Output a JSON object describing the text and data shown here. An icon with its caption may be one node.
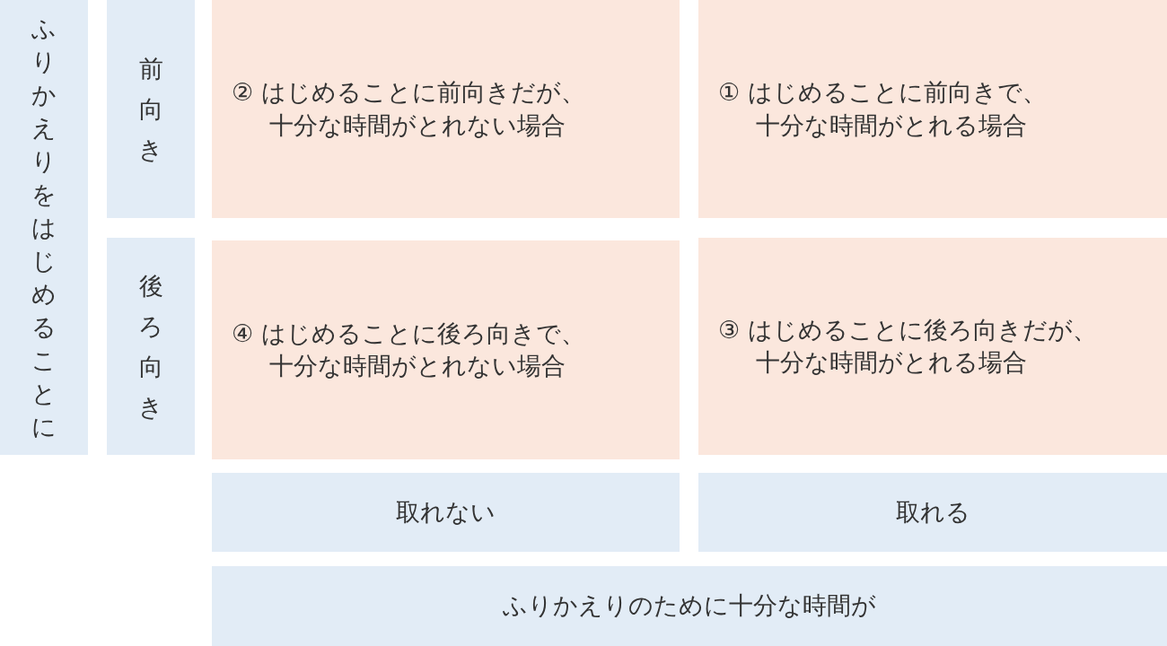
{
  "diagram": {
    "nodes": [
      {
        "text": [
          "ふりかえりをはじめることに"
        ]
      },
      {
        "text": [
          "前向き"
        ]
      },
      {
        "text": [
          "② はじめることに前向きだが、十分な時間がとれない場合"
        ]
      },
      {
        "text": [
          "① はじめることに前向きで、十分な時間がとれる場合"
        ]
      },
      {
        "text": [
          "後ろ向き"
        ]
      },
      {
        "text": [
          "④ はじめることに後ろ向きで、十分な時間がとれない場合"
        ]
      },
      {
        "text": [
          "③ はじめることに後ろ向きだが、十分な時間がとれる場合"
        ]
      },
      {
        "text": [
          "取れない"
        ]
      },
      {
        "text": [
          "取れる"
        ]
      },
      {
        "text": [
          "ふりかえりのために十分な時間が"
        ]
      }
    ]
  }
}
